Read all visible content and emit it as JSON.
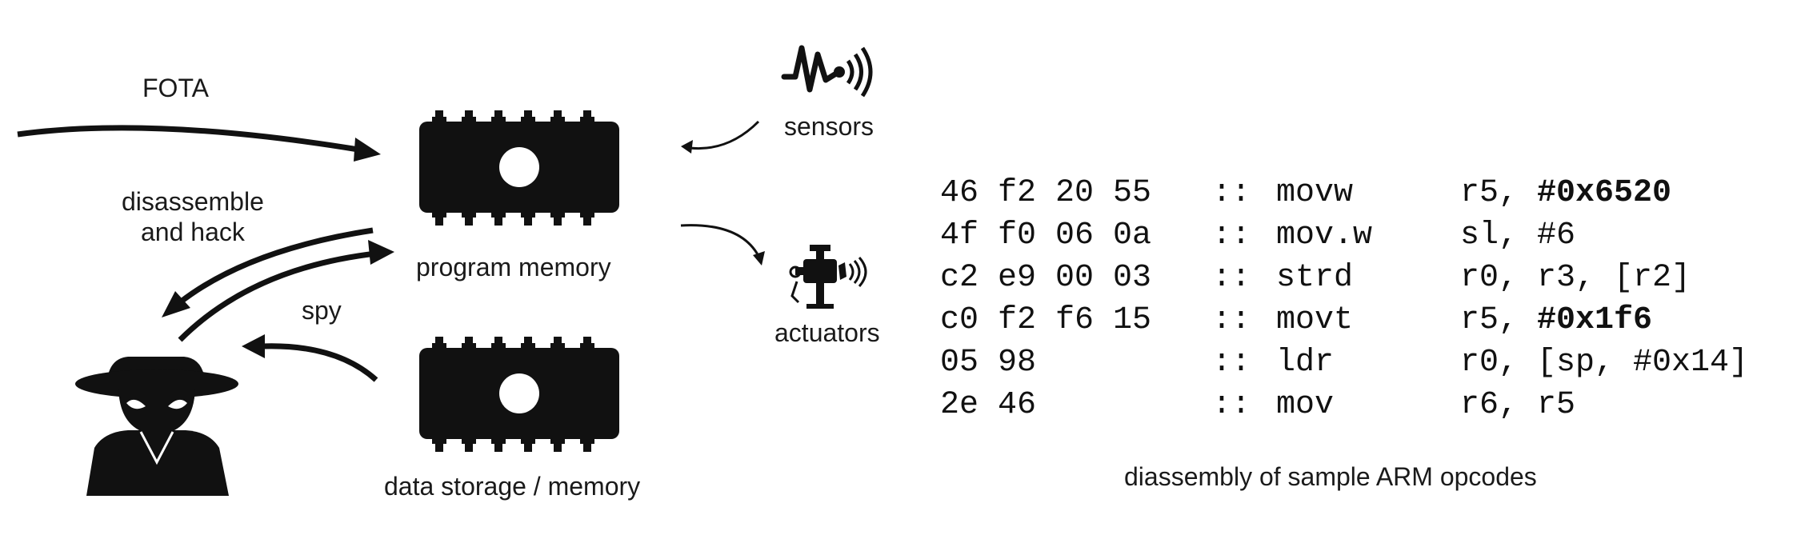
{
  "labels": {
    "fota": "FOTA",
    "disassemble": "disassemble",
    "and_hack": "and hack",
    "spy": "spy",
    "program_memory": "program memory",
    "data_storage": "data storage / memory",
    "sensors": "sensors",
    "actuators": "actuators",
    "caption": "diassembly of sample ARM opcodes"
  },
  "disassembly": [
    {
      "bytes": "46 f2 20 55",
      "sep": "::",
      "mnemonic": "movw",
      "operands_pre": "r5, ",
      "operands_bold": "#0x6520",
      "operands_post": ""
    },
    {
      "bytes": "4f f0 06 0a",
      "sep": "::",
      "mnemonic": "mov.w",
      "operands_pre": "sl, #6",
      "operands_bold": "",
      "operands_post": ""
    },
    {
      "bytes": "c2 e9 00 03",
      "sep": "::",
      "mnemonic": "strd",
      "operands_pre": "r0, r3, [r2]",
      "operands_bold": "",
      "operands_post": ""
    },
    {
      "bytes": "c0 f2 f6 15",
      "sep": "::",
      "mnemonic": "movt",
      "operands_pre": "r5, ",
      "operands_bold": "#0x1f6",
      "operands_post": ""
    },
    {
      "bytes": "05 98",
      "sep": "::",
      "mnemonic": "ldr",
      "operands_pre": "r0, [sp, #0x14]",
      "operands_bold": "",
      "operands_post": ""
    },
    {
      "bytes": "2e 46",
      "sep": "::",
      "mnemonic": "mov",
      "operands_pre": "r6, r5",
      "operands_bold": "",
      "operands_post": ""
    }
  ],
  "icons": {
    "program_chip": "microchip-icon",
    "data_chip": "microchip-icon",
    "sensor": "sensor-wave-icon",
    "actuator": "actuator-gear-icon",
    "spy": "spy-hat-icon"
  },
  "colors": {
    "ink": "#111111",
    "background": "#ffffff"
  }
}
